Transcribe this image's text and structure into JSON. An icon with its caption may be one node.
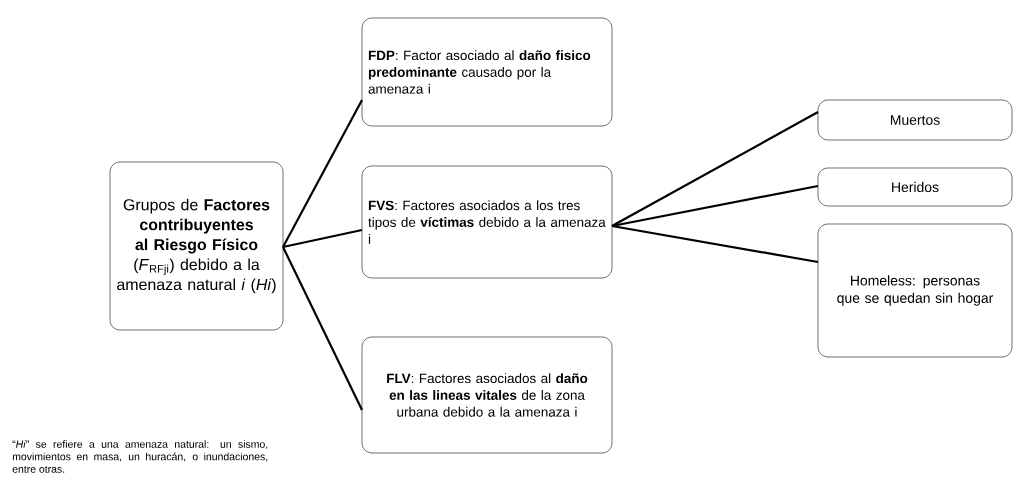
{
  "diagram": {
    "nodes": [
      {
        "text": [
          "Grupos de **Factores contribuyentes al Riesgo Físico** (*F*$_{RFji}$) debido a la amenaza natural *i* (*Hi*)"
        ]
      },
      {
        "text": [
          "**FDP**: Factor asociado al **daño fisico predominante** causado por la amenaza i"
        ]
      },
      {
        "text": [
          "**FVS**: Factores asociados a los tres tipos de **víctimas** debido a la amenaza i"
        ]
      },
      {
        "text": [
          "**FLV**: Factores asociados al **daño en las lineas vitales** de la zona urbana debido a la amenaza i"
        ]
      },
      {
        "text": [
          "Muertos"
        ]
      },
      {
        "text": [
          "Heridos"
        ]
      },
      {
        "text": [
          "Homeless: personas que se quedan sin hogar"
        ]
      }
    ],
    "edges": [
      {
        "from": 0,
        "to": 1,
        "arrow": "none"
      },
      {
        "from": 0,
        "to": 2,
        "arrow": "none"
      },
      {
        "from": 0,
        "to": 3,
        "arrow": "none"
      },
      {
        "from": 2,
        "to": 4,
        "arrow": "none"
      },
      {
        "from": 2,
        "to": 5,
        "arrow": "none"
      },
      {
        "from": 2,
        "to": 6,
        "arrow": "none"
      }
    ],
    "labels": [
      "“*Hi*” se refiere a una amenaza natural: un sismo, movimientos en masa, un huracán, o inundaciones, entre otras."
    ]
  }
}
